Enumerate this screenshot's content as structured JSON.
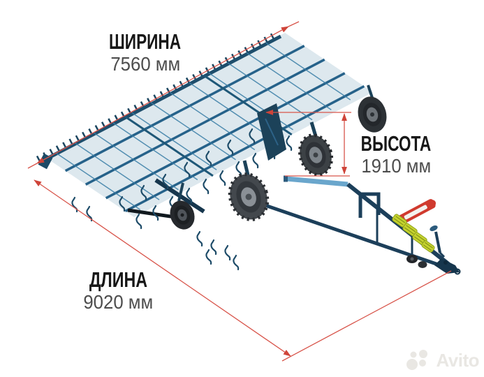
{
  "annotations": {
    "width": {
      "label": "ШИРИНА",
      "value": "7560 мм"
    },
    "height": {
      "label": "ВЫСОТА",
      "value": "1910 мм"
    },
    "length": {
      "label": "ДЛИНА",
      "value": "9020 мм"
    }
  },
  "watermark": {
    "brand": "Avito"
  },
  "icons": {
    "illustration": "towed-tine-cultivator-3d-render",
    "watermark_logo": "avito-dots-logo"
  },
  "colors": {
    "background": "#ffffff",
    "dimension_line_red": "#d8544a",
    "arrow_red": "#cf4439",
    "label_text": "#171717",
    "value_text": "#4d4d4d",
    "machine_teal": "#2e7093",
    "machine_navy": "#1c3f5a",
    "machine_light_blue": "#6aa6cc",
    "spring_yellow": "#c5d22f",
    "part_red": "#d03a2e",
    "tire_gray": "#43484d",
    "watermark_gray": "#e9e7e3"
  }
}
